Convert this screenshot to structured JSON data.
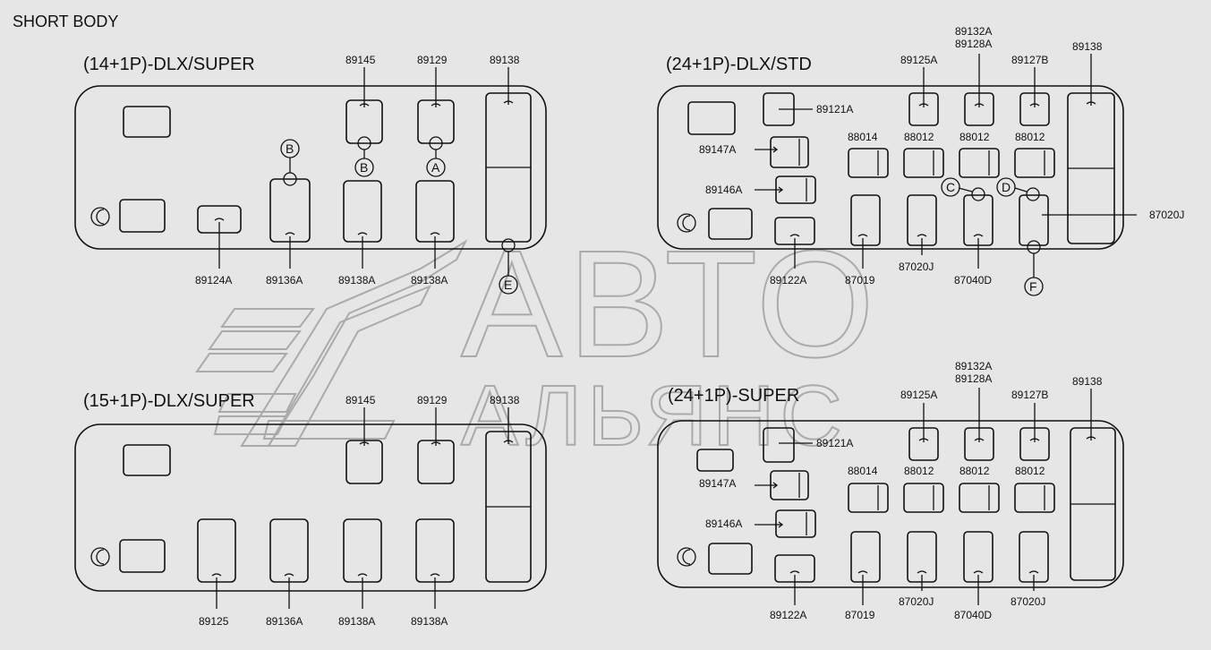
{
  "page_title": "SHORT BODY",
  "panels": {
    "p1": {
      "title": "(14+1P)-DLX/SUPER",
      "top_labels": [
        "89145",
        "89129",
        "89138"
      ],
      "bottom_labels": [
        "89124A",
        "89136A",
        "89138A",
        "89138A"
      ],
      "markers": [
        "B",
        "B",
        "A",
        "E"
      ]
    },
    "p2": {
      "title": "(24+1P)-DLX/STD",
      "top_labels": [
        "89125A",
        "89132A",
        "89128A",
        "89127B",
        "89138"
      ],
      "side_labels": [
        "89121A",
        "89147A",
        "89146A",
        "87020J"
      ],
      "mid_labels": [
        "88014",
        "88012",
        "88012",
        "88012"
      ],
      "bottom_labels": [
        "89122A",
        "87019",
        "87020J",
        "87040D"
      ],
      "markers": [
        "C",
        "D",
        "F"
      ]
    },
    "p3": {
      "title": "(15+1P)-DLX/SUPER",
      "top_labels": [
        "89145",
        "89129",
        "89138"
      ],
      "bottom_labels": [
        "89125",
        "89136A",
        "89138A",
        "89138A"
      ]
    },
    "p4": {
      "title": "(24+1P)-SUPER",
      "top_labels": [
        "89125A",
        "89132A",
        "89128A",
        "89127B",
        "89138"
      ],
      "side_labels": [
        "89121A",
        "89147A",
        "89146A"
      ],
      "mid_labels": [
        "88014",
        "88012",
        "88012",
        "88012"
      ],
      "bottom_labels": [
        "89122A",
        "87019",
        "87020J",
        "87040D",
        "87020J"
      ]
    }
  },
  "watermark": {
    "line1": "АВТО",
    "line2": "АЛЬЯНС"
  }
}
